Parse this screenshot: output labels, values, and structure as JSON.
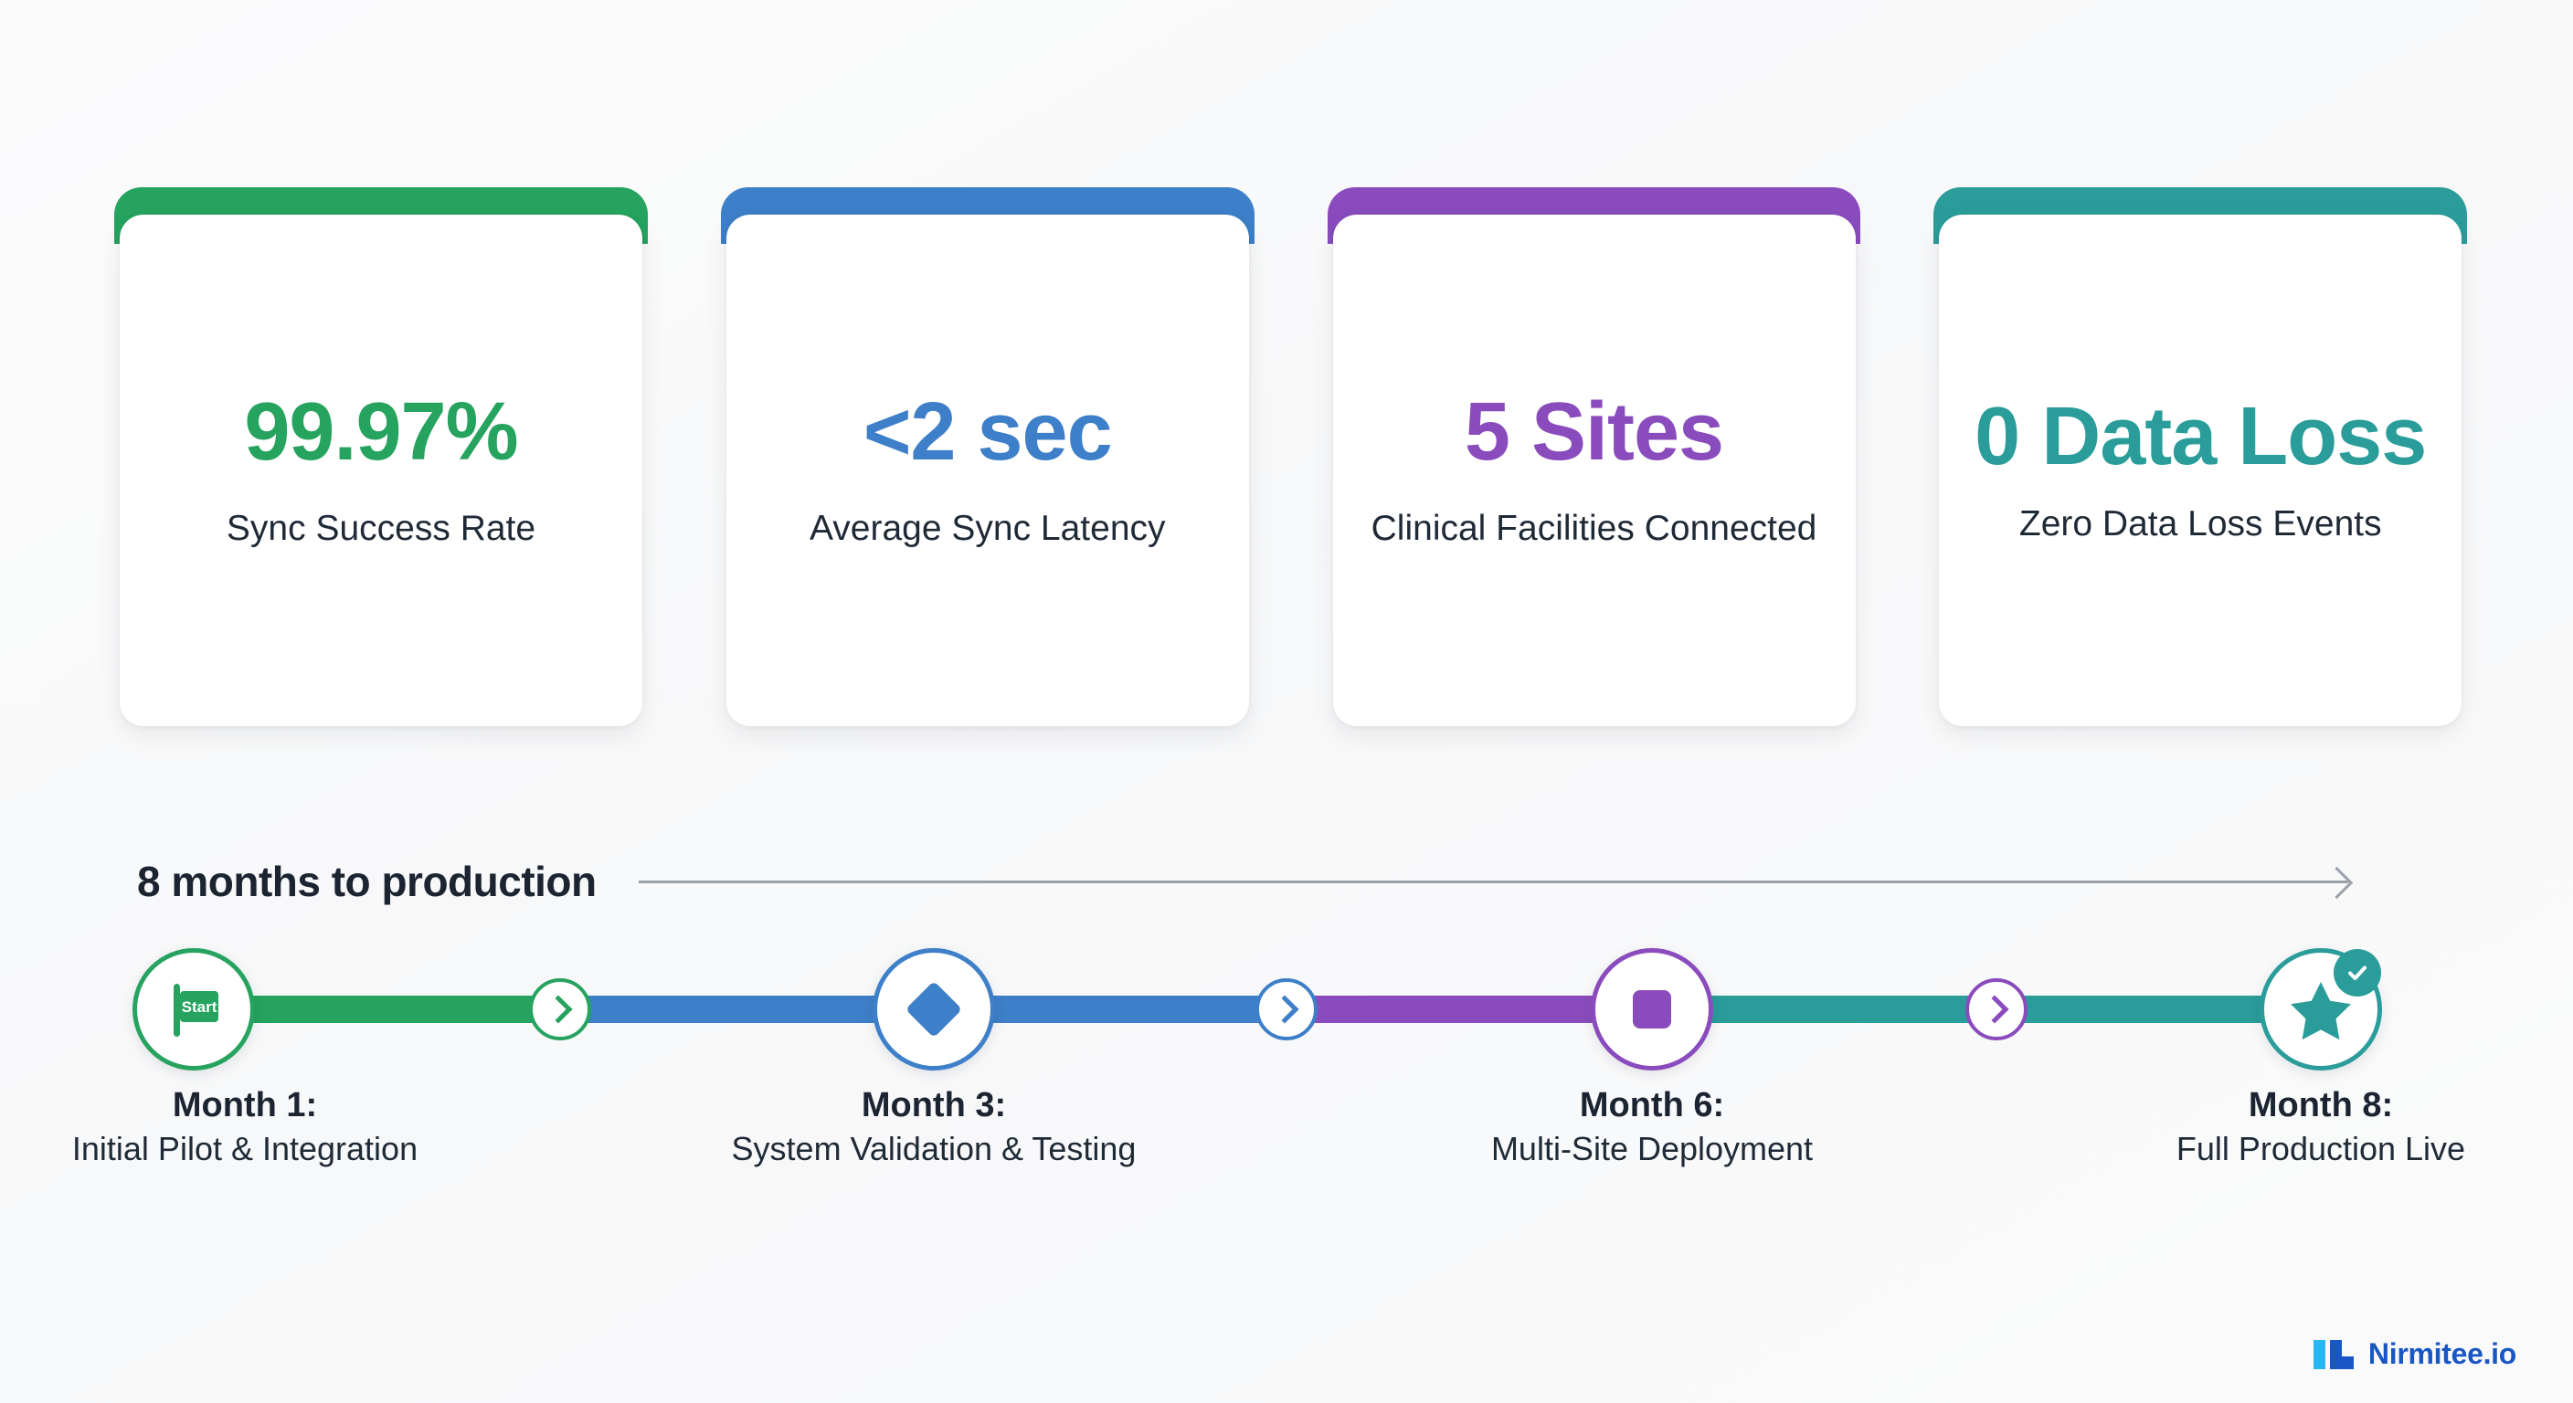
{
  "metrics": [
    {
      "value": "99.97%",
      "label": "Sync Success Rate",
      "color": "#26a35f",
      "two_line": false
    },
    {
      "value": "<2 sec",
      "label": "Average Sync Latency",
      "color": "#3d7fc8",
      "two_line": false
    },
    {
      "value": "5 Sites",
      "label": "Clinical Facilities Connected",
      "color": "#8a4cbd",
      "two_line": false
    },
    {
      "value": "0 Data Loss",
      "label": "Zero Data Loss Events",
      "color": "#2a9d9b",
      "two_line": true
    }
  ],
  "timeline": {
    "title": "8 months to production",
    "arrow_color": "#9aa1ab",
    "milestones": [
      {
        "title": "Month 1:",
        "desc": "Initial Pilot & Integration",
        "color": "#26a35f",
        "icon": "start-flag-icon",
        "flag_text": "Start"
      },
      {
        "title": "Month 3:",
        "desc": "System Validation & Testing",
        "color": "#3d7fc8",
        "icon": "diamond-icon"
      },
      {
        "title": "Month 6:",
        "desc": "Multi-Site Deployment",
        "color": "#8a4cbd",
        "icon": "square-icon"
      },
      {
        "title": "Month 8:",
        "desc": "Full Production Live",
        "color": "#2a9d9b",
        "icon": "star-icon",
        "badge_icon": "check-badge-icon"
      }
    ],
    "segments": [
      {
        "color": "#26a35f"
      },
      {
        "color": "#3d7fc8"
      },
      {
        "color": "#8a4cbd"
      },
      {
        "color": "#2a9d9b"
      }
    ],
    "connectors": [
      {
        "icon": "chevron-right-icon",
        "color": "#26a35f"
      },
      {
        "icon": "chevron-right-icon",
        "color": "#3d7fc8"
      },
      {
        "icon": "chevron-right-icon",
        "color": "#8a4cbd"
      }
    ]
  },
  "footer": {
    "brand": "Nirmitee.io",
    "logo_light": "#29b6f6",
    "logo_dark": "#1857c4"
  }
}
